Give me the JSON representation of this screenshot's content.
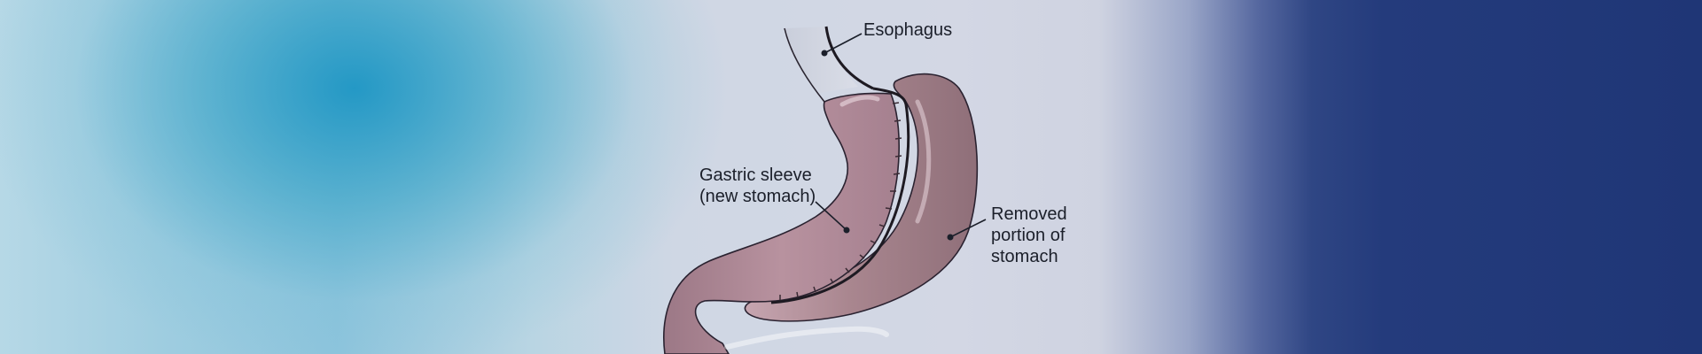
{
  "labels": {
    "esophagus": "Esophagus",
    "gastric_sleeve_line1": "Gastric sleeve",
    "gastric_sleeve_line2": "(new stomach)",
    "removed_line1": "Removed",
    "removed_line2": "portion of",
    "removed_line3": "stomach"
  },
  "colors": {
    "stomach_fill": "#b48e9e",
    "removed_fill": "#a78892",
    "outline": "#1e1a22",
    "background_teal": "#1e96c4",
    "background_navy": "#1f3676"
  }
}
